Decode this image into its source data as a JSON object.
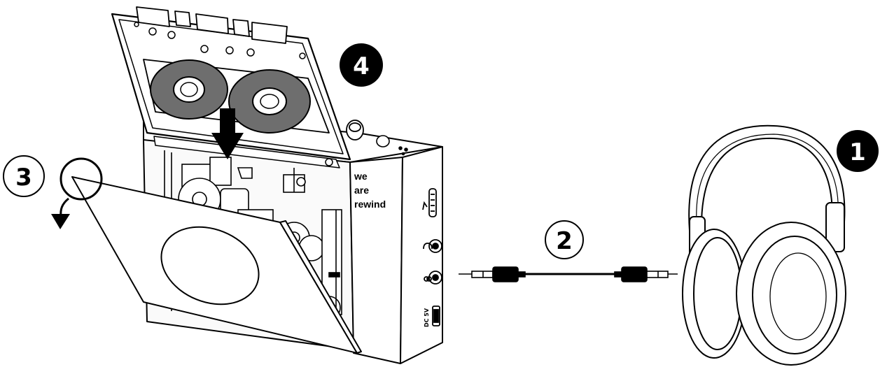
{
  "brand": {
    "line1": "we",
    "line2": "are",
    "line3": "rewind"
  },
  "port_label": "DC 5V",
  "steps": [
    {
      "number": "1",
      "style": "filled",
      "target": "headphones"
    },
    {
      "number": "2",
      "style": "outline",
      "target": "audio-cable"
    },
    {
      "number": "3",
      "style": "outline",
      "target": "door-corner"
    },
    {
      "number": "4",
      "style": "filled",
      "target": "cassette"
    }
  ],
  "colors": {
    "ink": "#000000",
    "reel": "#6e6e6e",
    "paper": "#ffffff"
  }
}
